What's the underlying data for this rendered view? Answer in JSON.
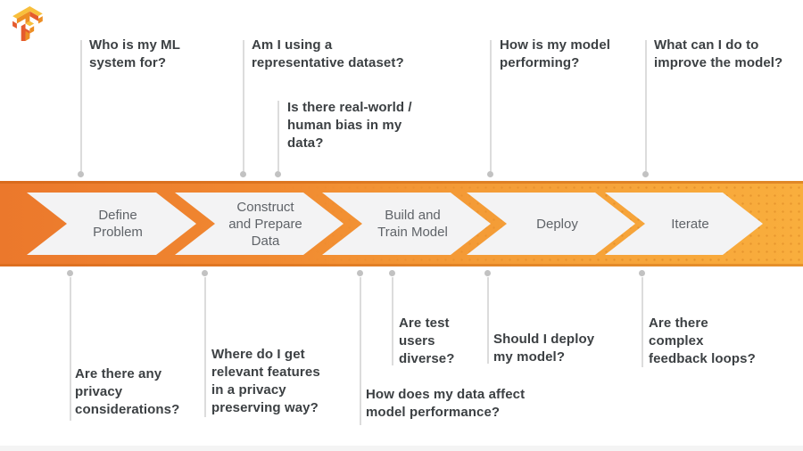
{
  "logo": {
    "alt": "TensorFlow logo"
  },
  "banner": {
    "gradient_left": "#EB782C",
    "gradient_right": "#F9AE3D",
    "stage_fill": "#F3F3F4",
    "stage_text_color": "#5F6368",
    "stages": [
      {
        "label": "Define\nProblem"
      },
      {
        "label": "Construct\nand Prepare\nData"
      },
      {
        "label": "Build and\nTrain Model"
      },
      {
        "label": "Deploy"
      },
      {
        "label": "Iterate"
      }
    ]
  },
  "top_questions": [
    {
      "text": "Who is my ML\nsystem for?"
    },
    {
      "text": "Am I using a\nrepresentative dataset?"
    },
    {
      "text": "Is there real-world /\nhuman bias in my\ndata?"
    },
    {
      "text": "How is my model\nperforming?"
    },
    {
      "text": "What can I do to\nimprove the model?"
    }
  ],
  "bottom_questions": [
    {
      "text": "Are there any\nprivacy\nconsiderations?"
    },
    {
      "text": "Where do I get\nrelevant features\nin a privacy\npreserving way?"
    },
    {
      "text": "Are test\nusers\ndiverse?"
    },
    {
      "text": "How does my data affect\nmodel performance?"
    },
    {
      "text": "Should I deploy\nmy model?"
    },
    {
      "text": "Are there\ncomplex\nfeedback loops?"
    }
  ],
  "colors": {
    "question_text": "#3C4043",
    "connector_line": "#DCDCDC",
    "connector_dot": "#C2C2C2"
  }
}
